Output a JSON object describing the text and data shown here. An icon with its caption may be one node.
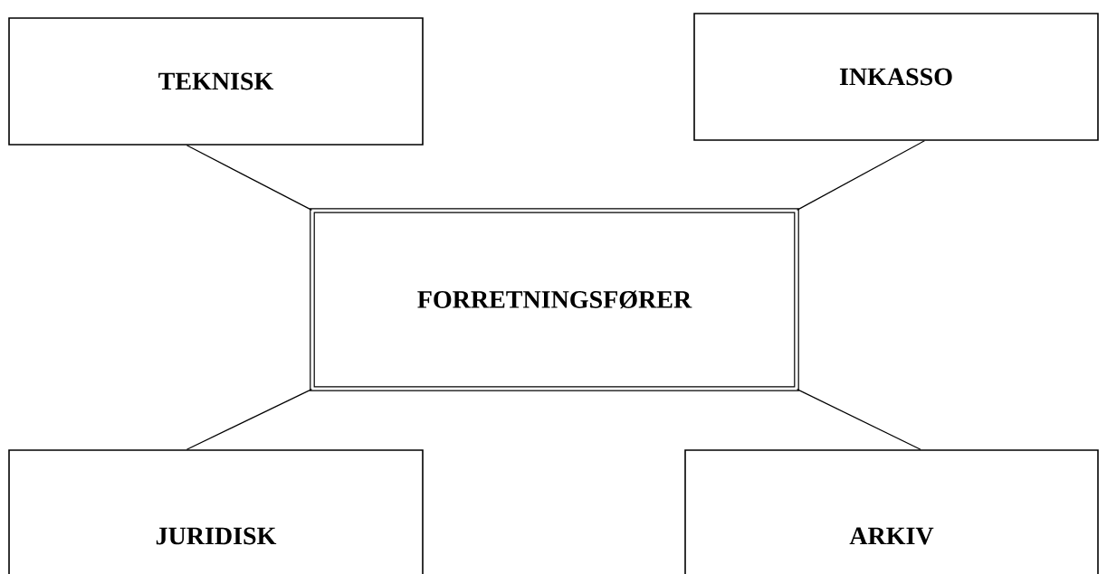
{
  "diagram": {
    "nodes": [
      {
        "text": [
          "TEKNISK"
        ]
      },
      {
        "text": [
          "INKASSO"
        ]
      },
      {
        "text": [
          "FORRETNINGSFØRER"
        ]
      },
      {
        "text": [
          "JURIDISK"
        ]
      },
      {
        "text": [
          "ARKIV"
        ]
      }
    ],
    "edges": [
      {
        "from": 0,
        "to": 2,
        "arrow": "none"
      },
      {
        "from": 1,
        "to": 2,
        "arrow": "none"
      },
      {
        "from": 2,
        "to": 3,
        "arrow": "none"
      },
      {
        "from": 2,
        "to": 4,
        "arrow": "none"
      }
    ]
  }
}
